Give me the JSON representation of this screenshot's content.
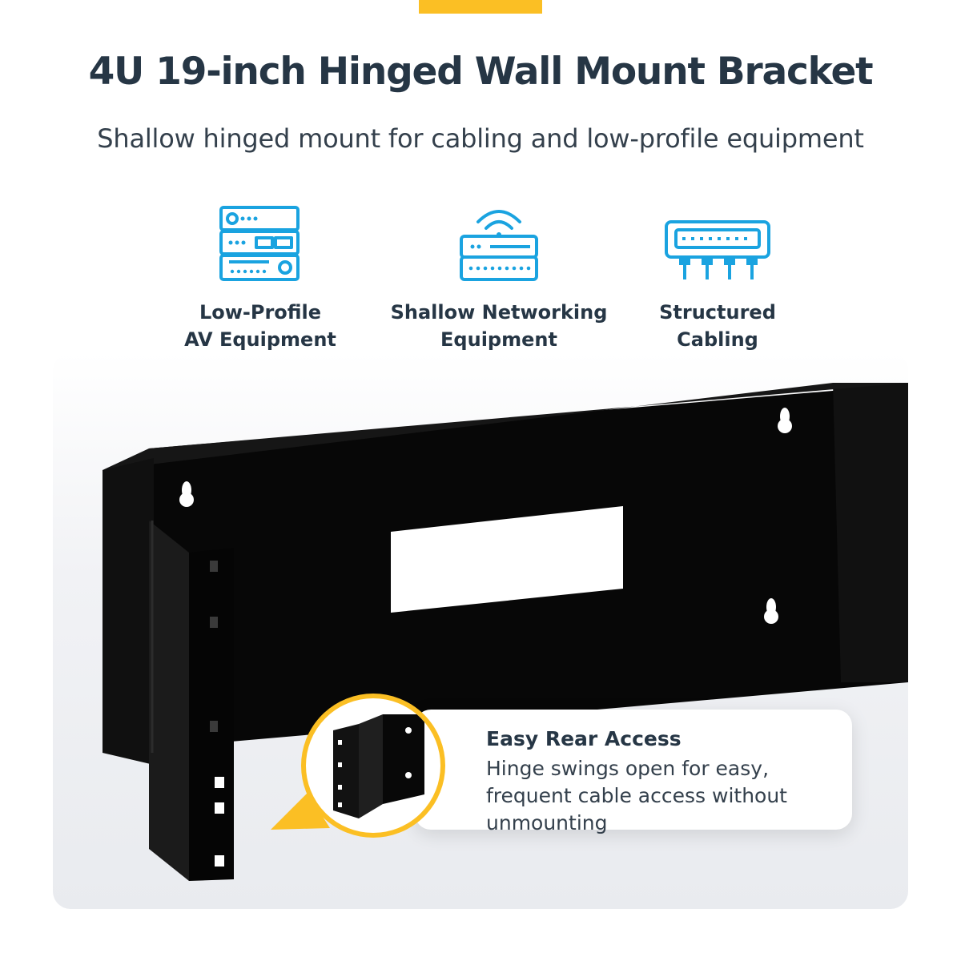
{
  "header": {
    "title": "4U 19-inch Hinged Wall Mount Bracket",
    "subtitle": "Shallow hinged mount for cabling and low-profile equipment"
  },
  "features": [
    {
      "icon": "av-equipment-icon",
      "label": "Low-Profile\nAV Equipment"
    },
    {
      "icon": "router-icon",
      "label": "Shallow Networking\nEquipment"
    },
    {
      "icon": "patch-panel-icon",
      "label": "Structured\nCabling"
    }
  ],
  "callout": {
    "title": "Easy Rear Access",
    "text": "Hinge swings open for easy, frequent cable access without unmounting"
  },
  "colors": {
    "accent": "#fbbf24",
    "icon": "#1aa3e0",
    "text": "#263645",
    "product": "#0a0a0a"
  }
}
